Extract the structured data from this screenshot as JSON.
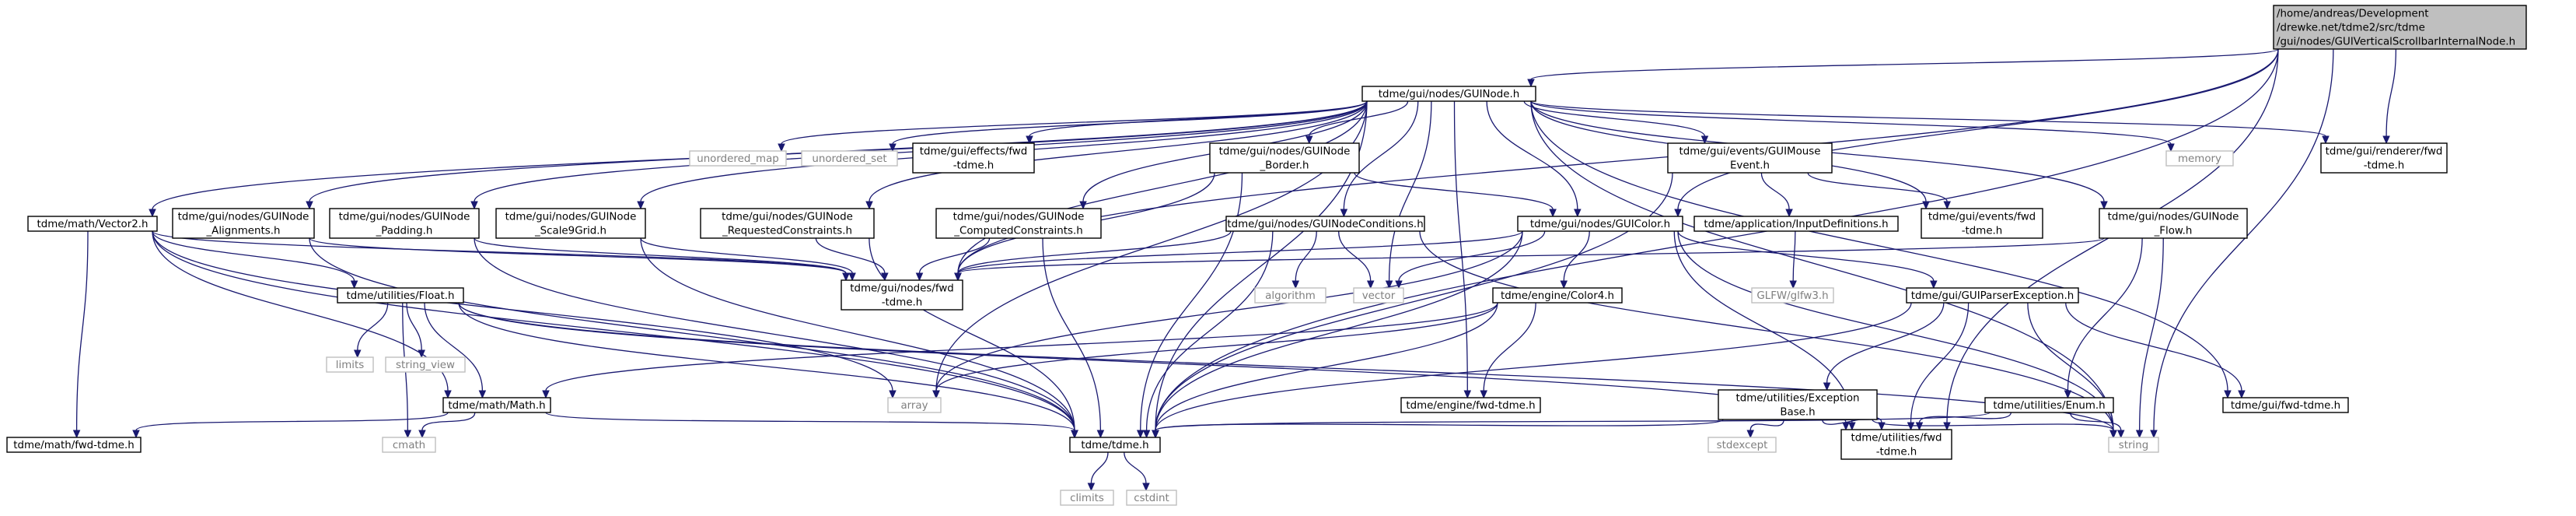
{
  "colors": {
    "edge": "#191970",
    "node_border": "#000000",
    "node_fill": "#ffffff",
    "root_fill": "#bfbfbf",
    "external_border": "#bfbfbf",
    "external_text": "#7f7f7f",
    "text": "#000000"
  },
  "nodes": [
    {
      "id": "root",
      "kind": "root",
      "lines": [
        "/home/andreas/Development",
        "/drewke.net/tdme2/src/tdme",
        "/gui/nodes/GUIVerticalScrollbarInternalNode.h"
      ]
    },
    {
      "id": "guinode",
      "kind": "file",
      "lines": [
        "tdme/gui/nodes/GUINode.h"
      ]
    },
    {
      "id": "unordered_map",
      "kind": "external",
      "lines": [
        "unordered_map"
      ]
    },
    {
      "id": "unordered_set",
      "kind": "external",
      "lines": [
        "unordered_set"
      ]
    },
    {
      "id": "effects_fwd",
      "kind": "file",
      "lines": [
        "tdme/gui/effects/fwd",
        "-tdme.h"
      ]
    },
    {
      "id": "node_border",
      "kind": "file",
      "lines": [
        "tdme/gui/nodes/GUINode",
        "_Border.h"
      ]
    },
    {
      "id": "mouse_event",
      "kind": "file",
      "lines": [
        "tdme/gui/events/GUIMouse",
        "Event.h"
      ]
    },
    {
      "id": "memory",
      "kind": "external",
      "lines": [
        "memory"
      ]
    },
    {
      "id": "renderer_fwd",
      "kind": "file",
      "lines": [
        "tdme/gui/renderer/fwd",
        "-tdme.h"
      ]
    },
    {
      "id": "vector2",
      "kind": "file",
      "lines": [
        "tdme/math/Vector2.h"
      ]
    },
    {
      "id": "alignments",
      "kind": "file",
      "lines": [
        "tdme/gui/nodes/GUINode",
        "_Alignments.h"
      ]
    },
    {
      "id": "padding",
      "kind": "file",
      "lines": [
        "tdme/gui/nodes/GUINode",
        "_Padding.h"
      ]
    },
    {
      "id": "scale9",
      "kind": "file",
      "lines": [
        "tdme/gui/nodes/GUINode",
        "_Scale9Grid.h"
      ]
    },
    {
      "id": "requested",
      "kind": "file",
      "lines": [
        "tdme/gui/nodes/GUINode",
        "_RequestedConstraints.h"
      ]
    },
    {
      "id": "computed",
      "kind": "file",
      "lines": [
        "tdme/gui/nodes/GUINode",
        "_ComputedConstraints.h"
      ]
    },
    {
      "id": "conditions",
      "kind": "file",
      "lines": [
        "tdme/gui/nodes/GUINodeConditions.h"
      ]
    },
    {
      "id": "guicolor",
      "kind": "file",
      "lines": [
        "tdme/gui/nodes/GUIColor.h"
      ]
    },
    {
      "id": "inputdefs",
      "kind": "file",
      "lines": [
        "tdme/application/InputDefinitions.h"
      ]
    },
    {
      "id": "events_fwd",
      "kind": "file",
      "lines": [
        "tdme/gui/events/fwd",
        "-tdme.h"
      ]
    },
    {
      "id": "flow",
      "kind": "file",
      "lines": [
        "tdme/gui/nodes/GUINode",
        "_Flow.h"
      ]
    },
    {
      "id": "float",
      "kind": "file",
      "lines": [
        "tdme/utilities/Float.h"
      ]
    },
    {
      "id": "nodes_fwd",
      "kind": "file",
      "lines": [
        "tdme/gui/nodes/fwd",
        "-tdme.h"
      ]
    },
    {
      "id": "algorithm",
      "kind": "external",
      "lines": [
        "algorithm"
      ]
    },
    {
      "id": "vector",
      "kind": "external",
      "lines": [
        "vector"
      ]
    },
    {
      "id": "color4",
      "kind": "file",
      "lines": [
        "tdme/engine/Color4.h"
      ]
    },
    {
      "id": "glfw",
      "kind": "external",
      "lines": [
        "GLFW/glfw3.h"
      ]
    },
    {
      "id": "parser_ex",
      "kind": "file",
      "lines": [
        "tdme/gui/GUIParserException.h"
      ]
    },
    {
      "id": "limits",
      "kind": "external",
      "lines": [
        "limits"
      ]
    },
    {
      "id": "string_view",
      "kind": "external",
      "lines": [
        "string_view"
      ]
    },
    {
      "id": "array",
      "kind": "external",
      "lines": [
        "array"
      ]
    },
    {
      "id": "math",
      "kind": "file",
      "lines": [
        "tdme/math/Math.h"
      ]
    },
    {
      "id": "engine_fwd",
      "kind": "file",
      "lines": [
        "tdme/engine/fwd-tdme.h"
      ]
    },
    {
      "id": "exception_base",
      "kind": "file",
      "lines": [
        "tdme/utilities/Exception",
        "Base.h"
      ]
    },
    {
      "id": "enum",
      "kind": "file",
      "lines": [
        "tdme/utilities/Enum.h"
      ]
    },
    {
      "id": "gui_fwd",
      "kind": "file",
      "lines": [
        "tdme/gui/fwd-tdme.h"
      ]
    },
    {
      "id": "math_fwd",
      "kind": "file",
      "lines": [
        "tdme/math/fwd-tdme.h"
      ]
    },
    {
      "id": "cmath",
      "kind": "external",
      "lines": [
        "cmath"
      ]
    },
    {
      "id": "tdme",
      "kind": "file",
      "lines": [
        "tdme/tdme.h"
      ]
    },
    {
      "id": "stdexcept",
      "kind": "external",
      "lines": [
        "stdexcept"
      ]
    },
    {
      "id": "utilities_fwd",
      "kind": "file",
      "lines": [
        "tdme/utilities/fwd",
        "-tdme.h"
      ]
    },
    {
      "id": "string",
      "kind": "external",
      "lines": [
        "string"
      ]
    },
    {
      "id": "climits",
      "kind": "external",
      "lines": [
        "climits"
      ]
    },
    {
      "id": "cstdint",
      "kind": "external",
      "lines": [
        "cstdint"
      ]
    }
  ],
  "edges": [
    [
      "root",
      "guinode"
    ],
    [
      "root",
      "renderer_fwd"
    ],
    [
      "root",
      "guicolor"
    ],
    [
      "root",
      "nodes_fwd"
    ],
    [
      "root",
      "tdme"
    ],
    [
      "root",
      "utilities_fwd"
    ],
    [
      "root",
      "string"
    ],
    [
      "guinode",
      "unordered_map"
    ],
    [
      "guinode",
      "unordered_set"
    ],
    [
      "guinode",
      "effects_fwd"
    ],
    [
      "guinode",
      "node_border"
    ],
    [
      "guinode",
      "mouse_event"
    ],
    [
      "guinode",
      "memory"
    ],
    [
      "guinode",
      "renderer_fwd"
    ],
    [
      "guinode",
      "vector2"
    ],
    [
      "guinode",
      "alignments"
    ],
    [
      "guinode",
      "padding"
    ],
    [
      "guinode",
      "scale9"
    ],
    [
      "guinode",
      "requested"
    ],
    [
      "guinode",
      "computed"
    ],
    [
      "guinode",
      "conditions"
    ],
    [
      "guinode",
      "guicolor"
    ],
    [
      "guinode",
      "events_fwd"
    ],
    [
      "guinode",
      "flow"
    ],
    [
      "guinode",
      "nodes_fwd"
    ],
    [
      "guinode",
      "vector"
    ],
    [
      "guinode",
      "array"
    ],
    [
      "guinode",
      "tdme"
    ],
    [
      "guinode",
      "gui_fwd"
    ],
    [
      "guinode",
      "engine_fwd"
    ],
    [
      "guinode",
      "string"
    ],
    [
      "node_border",
      "guicolor"
    ],
    [
      "node_border",
      "nodes_fwd"
    ],
    [
      "node_border",
      "tdme"
    ],
    [
      "mouse_event",
      "inputdefs"
    ],
    [
      "mouse_event",
      "events_fwd"
    ],
    [
      "mouse_event",
      "tdme"
    ],
    [
      "vector2",
      "float"
    ],
    [
      "vector2",
      "math"
    ],
    [
      "vector2",
      "math_fwd"
    ],
    [
      "vector2",
      "nodes_fwd"
    ],
    [
      "vector2",
      "array"
    ],
    [
      "vector2",
      "tdme"
    ],
    [
      "alignments",
      "nodes_fwd"
    ],
    [
      "alignments",
      "tdme"
    ],
    [
      "padding",
      "nodes_fwd"
    ],
    [
      "padding",
      "tdme"
    ],
    [
      "scale9",
      "nodes_fwd"
    ],
    [
      "scale9",
      "tdme"
    ],
    [
      "requested",
      "nodes_fwd"
    ],
    [
      "requested",
      "tdme"
    ],
    [
      "computed",
      "nodes_fwd"
    ],
    [
      "computed",
      "tdme"
    ],
    [
      "conditions",
      "algorithm"
    ],
    [
      "conditions",
      "vector"
    ],
    [
      "conditions",
      "nodes_fwd"
    ],
    [
      "conditions",
      "tdme"
    ],
    [
      "conditions",
      "string"
    ],
    [
      "guicolor",
      "color4"
    ],
    [
      "guicolor",
      "parser_ex"
    ],
    [
      "guicolor",
      "vector"
    ],
    [
      "guicolor",
      "array"
    ],
    [
      "guicolor",
      "nodes_fwd"
    ],
    [
      "guicolor",
      "tdme"
    ],
    [
      "guicolor",
      "string"
    ],
    [
      "guicolor",
      "utilities_fwd"
    ],
    [
      "inputdefs",
      "glfw"
    ],
    [
      "flow",
      "enum"
    ],
    [
      "flow",
      "nodes_fwd"
    ],
    [
      "flow",
      "string"
    ],
    [
      "float",
      "limits"
    ],
    [
      "float",
      "string_view"
    ],
    [
      "float",
      "cmath"
    ],
    [
      "float",
      "math"
    ],
    [
      "float",
      "tdme"
    ],
    [
      "float",
      "string"
    ],
    [
      "float",
      "utilities_fwd"
    ],
    [
      "color4",
      "array"
    ],
    [
      "color4",
      "engine_fwd"
    ],
    [
      "color4",
      "math"
    ],
    [
      "color4",
      "tdme"
    ],
    [
      "parser_ex",
      "exception_base"
    ],
    [
      "parser_ex",
      "gui_fwd"
    ],
    [
      "parser_ex",
      "string"
    ],
    [
      "parser_ex",
      "utilities_fwd"
    ],
    [
      "parser_ex",
      "tdme"
    ],
    [
      "math",
      "cmath"
    ],
    [
      "math",
      "tdme"
    ],
    [
      "math",
      "math_fwd"
    ],
    [
      "exception_base",
      "stdexcept"
    ],
    [
      "exception_base",
      "string"
    ],
    [
      "exception_base",
      "tdme"
    ],
    [
      "exception_base",
      "utilities_fwd"
    ],
    [
      "enum",
      "string"
    ],
    [
      "enum",
      "tdme"
    ],
    [
      "enum",
      "utilities_fwd"
    ],
    [
      "tdme",
      "climits"
    ],
    [
      "tdme",
      "cstdint"
    ]
  ]
}
